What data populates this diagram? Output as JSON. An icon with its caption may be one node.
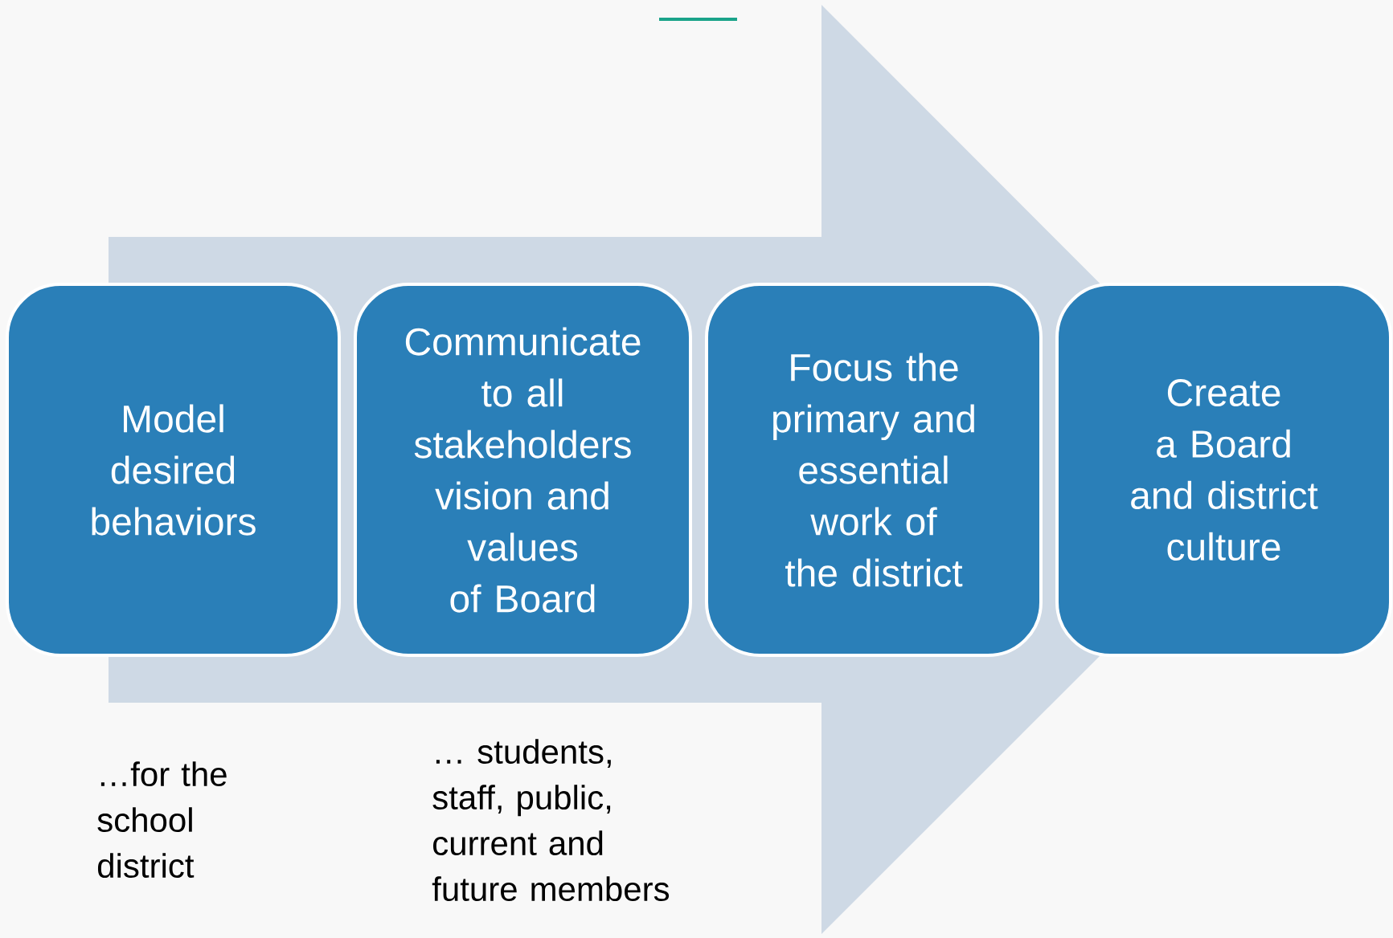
{
  "diagram": {
    "nodes": [
      {
        "text": [
          "Model desired behaviors"
        ],
        "beside": [
          "…for the school district"
        ]
      },
      {
        "text": [
          "Communicate to all stakeholders vision and values of Board"
        ],
        "beside": [
          "… students, staff, public, current and future members"
        ]
      },
      {
        "text": [
          "Focus the primary and essential work of the district"
        ]
      },
      {
        "text": [
          "Create a Board and district culture"
        ]
      }
    ],
    "edges": [
      {
        "from": 0,
        "to": 3,
        "arrow": "to"
      }
    ]
  }
}
